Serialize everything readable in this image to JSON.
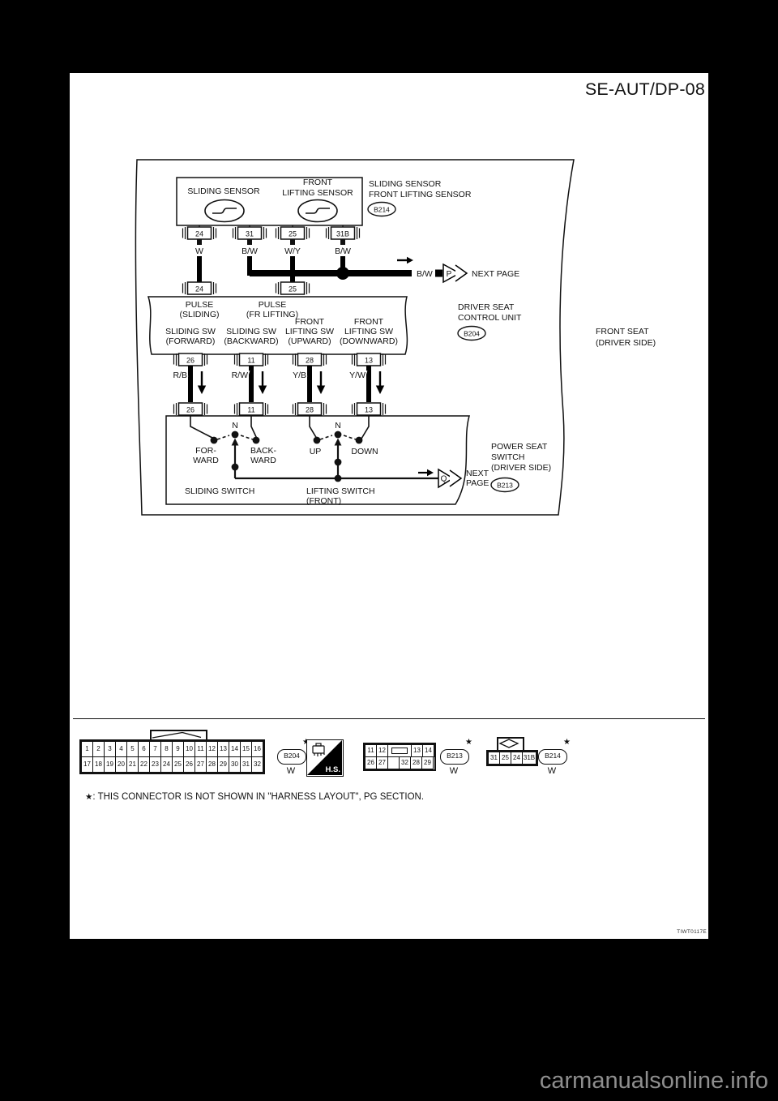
{
  "page": {
    "title": "SE-AUT/DP-08",
    "drawing_code": "TIWT0117E",
    "watermark": "carmanualsonline.info",
    "footnote": {
      "star": "★",
      "text": ": THIS CONNECTOR IS NOT SHOWN IN \"HARNESS LAYOUT\", PG SECTION."
    }
  },
  "diagram": {
    "front_seat": {
      "label": [
        "FRONT SEAT",
        "(DRIVER SIDE)"
      ]
    },
    "sensors": {
      "sliding_label": "SLIDING SENSOR",
      "front_lifting_label": [
        "FRONT",
        "LIFTING SENSOR"
      ],
      "side_label": [
        "SLIDING SENSOR",
        "FRONT LIFTING SENSOR"
      ],
      "connector_id": "B214",
      "pins": [
        "24",
        "31",
        "25",
        "31B"
      ],
      "wires": [
        "W",
        "B/W",
        "W/Y",
        "B/W"
      ]
    },
    "bus": {
      "wire": "B/W",
      "flag": "P",
      "next_page": "NEXT PAGE"
    },
    "control_unit": {
      "name": [
        "DRIVER SEAT",
        "CONTROL UNIT"
      ],
      "connector_id": "B204",
      "in_pins": [
        "24",
        "25"
      ],
      "in_labels": [
        [
          "PULSE",
          "(SLIDING)"
        ],
        [
          "PULSE",
          "(FR LIFTING)"
        ]
      ],
      "out_labels": [
        [
          "SLIDING SW",
          "(FORWARD)"
        ],
        [
          "SLIDING SW",
          "(BACKWARD)"
        ],
        [
          "FRONT",
          "LIFTING SW",
          "(UPWARD)"
        ],
        [
          "FRONT",
          "LIFTING SW",
          "(DOWNWARD)"
        ]
      ],
      "out_pins": [
        "26",
        "11",
        "28",
        "13"
      ],
      "wires": [
        "R/B",
        "R/W",
        "Y/B",
        "Y/W"
      ]
    },
    "seat_switch": {
      "name": [
        "POWER SEAT",
        "SWITCH",
        "(DRIVER SIDE)"
      ],
      "connector_id": "B213",
      "pins": [
        "26",
        "11",
        "28",
        "13"
      ],
      "neutral": "N",
      "forward": [
        "FOR-",
        "WARD"
      ],
      "backward": [
        "BACK-",
        "WARD"
      ],
      "up": "UP",
      "down": "DOWN",
      "sliding_label": "SLIDING SWITCH",
      "lifting_label": [
        "LIFTING SWITCH",
        "(FRONT)"
      ],
      "flag": "Q",
      "next_page": [
        "NEXT",
        "PAGE"
      ]
    }
  },
  "connector_strip": {
    "b204": {
      "id": "B204",
      "star": "★",
      "color": "W",
      "row1": [
        "1",
        "2",
        "3",
        "4",
        "5",
        "6",
        "7",
        "8",
        "9",
        "10",
        "11",
        "12",
        "13",
        "14",
        "15",
        "16"
      ],
      "row2": [
        "17",
        "18",
        "19",
        "20",
        "21",
        "22",
        "23",
        "24",
        "25",
        "26",
        "27",
        "28",
        "29",
        "30",
        "31",
        "32"
      ]
    },
    "hs": {
      "label": "H.S."
    },
    "b213": {
      "id": "B213",
      "star": "★",
      "color": "W",
      "row1": [
        "11",
        "12",
        "13",
        "14"
      ],
      "row2": [
        "26",
        "27",
        "32",
        "28",
        "29"
      ]
    },
    "b214": {
      "id": "B214",
      "star": "★",
      "color": "W",
      "pins": [
        "31",
        "25",
        "24",
        "31B"
      ]
    }
  }
}
